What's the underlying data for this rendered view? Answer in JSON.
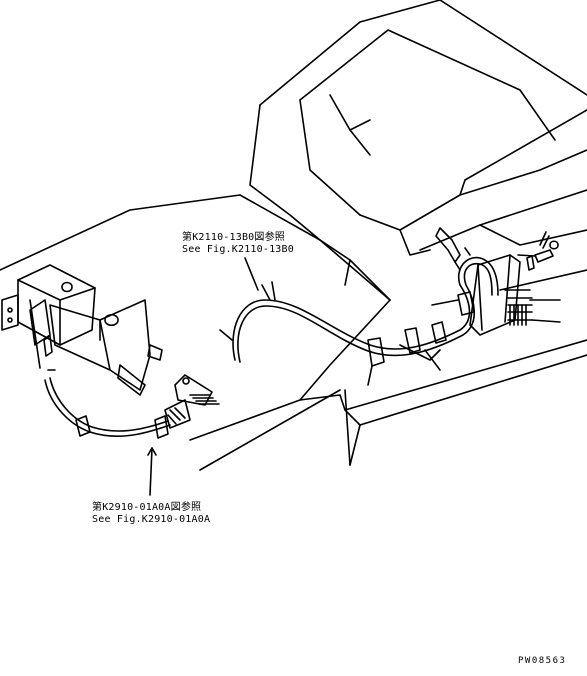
{
  "callouts": {
    "harness_top": {
      "line1": "第K2110-13B0図参照",
      "line2": "See Fig.K2110-13B0"
    },
    "harness_bottom": {
      "line1": "第K2910-01A0A図参照",
      "line2": "See Fig.K2910-01A0A"
    }
  },
  "figure_number": "PW08563"
}
